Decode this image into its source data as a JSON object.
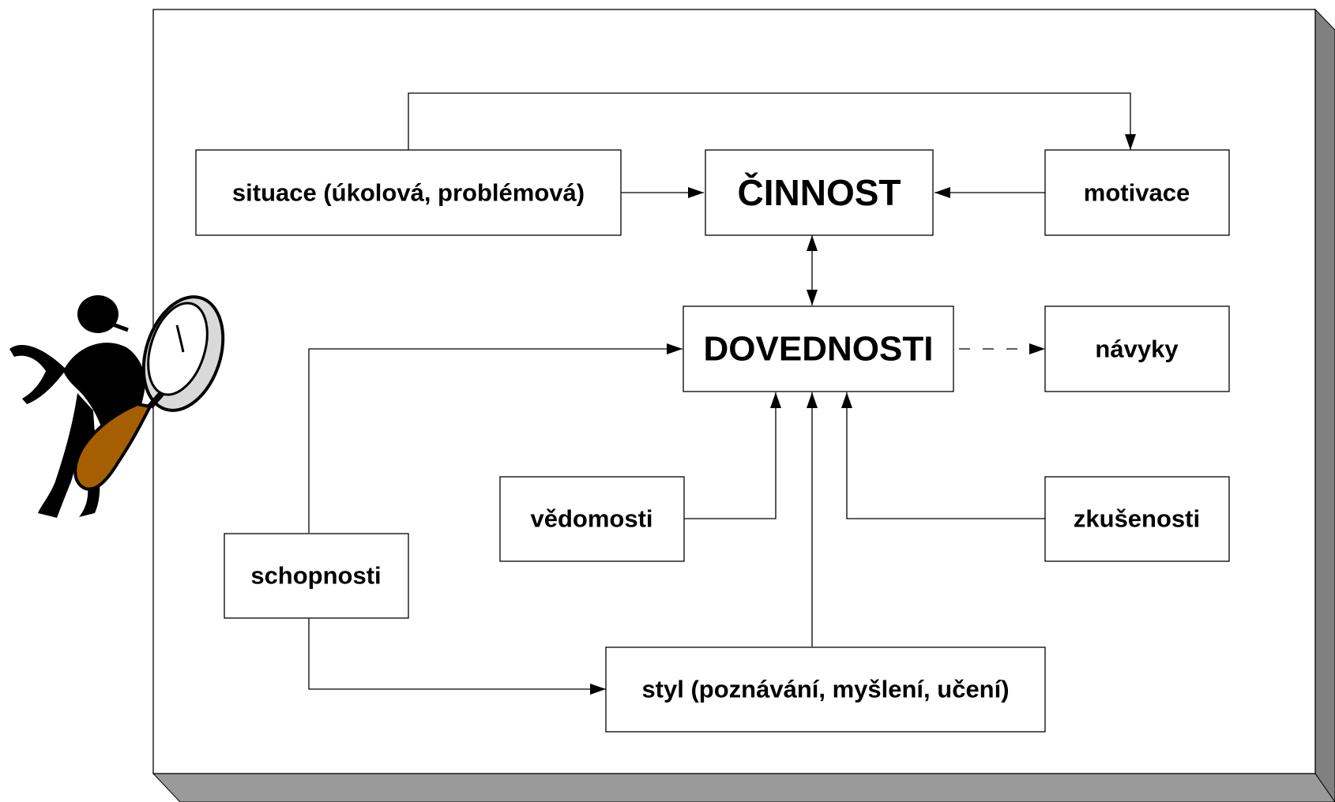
{
  "diagram": {
    "nodes": {
      "situace": "situace (úkolová, problémová)",
      "cinnost": "ČINNOST",
      "motivace": "motivace",
      "dovednosti": "DOVEDNOSTI",
      "navyky": "návyky",
      "vedomosti": "vědomosti",
      "zkusenosti": "zkušenosti",
      "schopnosti": "schopnosti",
      "styl": "styl (poznávání, myšlení, učení)"
    },
    "illustration": {
      "icon": "person-with-magnifying-glass-icon",
      "colors": {
        "figure": "#000000",
        "handle": "#a65f00",
        "lens_rim": "#d9d9d9"
      }
    },
    "colors": {
      "panel_fill": "#ffffff",
      "panel_side": "#808080",
      "panel_bottom": "#9a9a9a",
      "line": "#000000"
    }
  }
}
